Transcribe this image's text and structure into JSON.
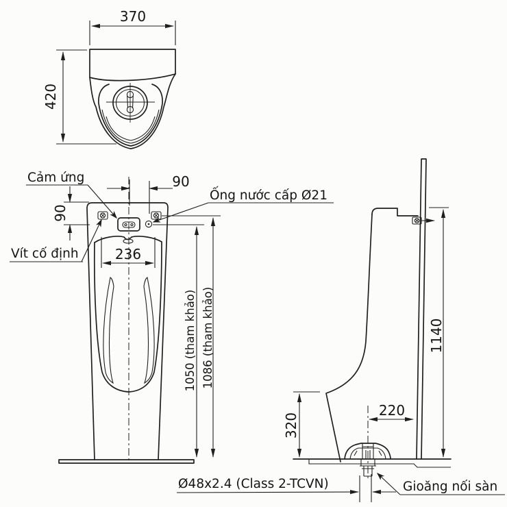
{
  "drawing": {
    "top_view": {
      "dim_width": "370",
      "dim_depth": "420"
    },
    "front_view": {
      "sensor_label": "Cảm ứng",
      "screw_label": "Vít cố định",
      "supply_label": "Ống nước cấp Ø21",
      "dim_offset_horizontal": "90",
      "dim_offset_vertical": "90",
      "dim_bowl_width": "236",
      "dim_height_ref_1": "1050 (tham khảo)",
      "dim_height_ref_2": "1086 (tham khảo)"
    },
    "side_view": {
      "dim_total_height": "1140",
      "dim_lower_height": "320",
      "dim_drain_offset": "220"
    },
    "bottom_annotations": {
      "drain_spec": "Ø48x2.4 (Class 2-TCVN)",
      "gasket_label": "Gioăng nối sàn"
    },
    "colors": {
      "line": "#1f1f1f",
      "background": "#fcfcfa"
    }
  }
}
